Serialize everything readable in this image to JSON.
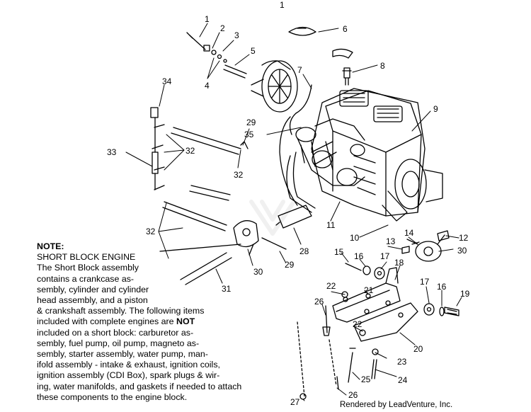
{
  "page_number": "1",
  "note": {
    "title": "NOTE:",
    "heading": "SHORT BLOCK ENGINE",
    "lines": [
      "The Short Block assembly",
      "contains a crankcase as-",
      "sembly, cylinder and cylinder",
      "head assembly, and a piston",
      "& crankshaft assembly.  The following items",
      "included with complete engines are NOT",
      "included on a short block:  carburetor as-",
      "sembly, fuel pump, oil pump, magneto as-",
      "sembly, starter assembly, water pump, man-",
      "ifold assembly - intake & exhaust, ignition coils,",
      "ignition assembly (CDI Box), spark plugs & wir-",
      "ing, water manifolds, and gaskets if needed to attach",
      "these components to the engine block."
    ]
  },
  "callouts": [
    "1",
    "2",
    "3",
    "4",
    "5",
    "6",
    "7",
    "8",
    "9",
    "10",
    "11",
    "12",
    "13",
    "14",
    "15",
    "16",
    "17",
    "18",
    "19",
    "20",
    "21",
    "22",
    "23",
    "24",
    "25",
    "26",
    "27",
    "28",
    "29",
    "30",
    "31",
    "32",
    "33",
    "34",
    "35"
  ],
  "watermark": "LEADVENTURE",
  "credit": "Rendered by LeadVenture, Inc."
}
